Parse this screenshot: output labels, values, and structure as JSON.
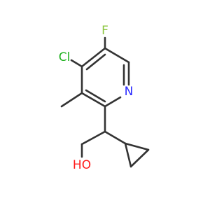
{
  "molecule": {
    "atoms": {
      "fluorine": "F",
      "chlorine": "Cl",
      "nitrogen": "N",
      "hydroxyl": "HO"
    },
    "colors": {
      "bond": "#333333",
      "fluorine": "#8cc63f",
      "chlorine": "#1fb11f",
      "nitrogen": "#2a2aff",
      "oxygen": "#ff1a1a"
    }
  }
}
